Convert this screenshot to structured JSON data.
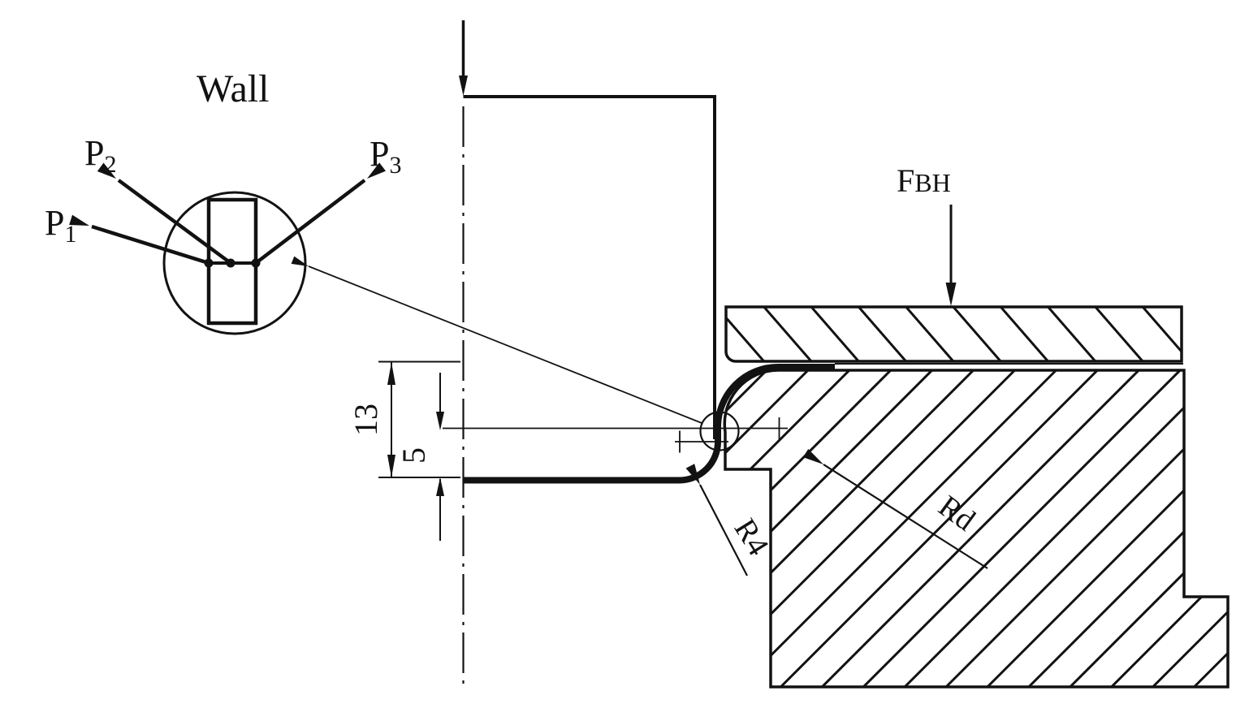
{
  "figure": {
    "background": "#ffffff",
    "ink": "#121212",
    "description_labels_only": "deep-drawing tool cross-section"
  },
  "wall_detail": {
    "title": "Wall",
    "p1": {
      "base": "P",
      "sub": "1"
    },
    "p2": {
      "base": "P",
      "sub": "2"
    },
    "p3": {
      "base": "P",
      "sub": "3"
    }
  },
  "force": {
    "base": "F",
    "sub": "BH"
  },
  "dimensions": {
    "wall_height": "13",
    "mid_height": "5",
    "punch_radius": "R4",
    "die_radius": "Rd"
  }
}
